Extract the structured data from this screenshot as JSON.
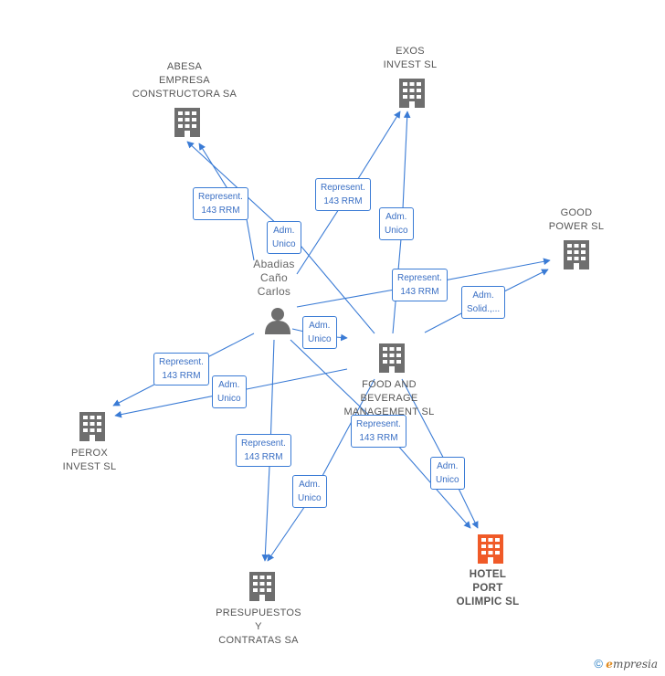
{
  "nodes": {
    "abesa": {
      "lines": [
        "ABESA",
        "EMPRESA",
        "CONSTRUCTORA SA"
      ]
    },
    "exos": {
      "lines": [
        "EXOS",
        "INVEST SL"
      ]
    },
    "good_power": {
      "lines": [
        "GOOD",
        "POWER SL"
      ]
    },
    "person": {
      "lines": [
        "Abadias",
        "Caño",
        "Carlos"
      ]
    },
    "food": {
      "lines": [
        "FOOD AND",
        "BEVERAGE",
        "MANAGEMENT SL"
      ]
    },
    "perox": {
      "lines": [
        "PEROX",
        "INVEST SL"
      ]
    },
    "presupuestos": {
      "lines": [
        "PRESUPUESTOS",
        "Y",
        "CONTRATAS SA"
      ]
    },
    "hotel": {
      "lines": [
        "HOTEL",
        "PORT",
        "OLIMPIC SL"
      ]
    }
  },
  "edge_labels": {
    "e1": [
      "Represent.",
      "143 RRM"
    ],
    "e2": [
      "Adm.",
      "Unico"
    ],
    "e3": [
      "Represent.",
      "143 RRM"
    ],
    "e4": [
      "Adm.",
      "Unico"
    ],
    "e5": [
      "Represent.",
      "143 RRM"
    ],
    "e6": [
      "Adm.",
      "Solid.,..."
    ],
    "e7": [
      "Adm.",
      "Unico"
    ],
    "e8": [
      "Represent.",
      "143 RRM"
    ],
    "e9": [
      "Adm.",
      "Unico"
    ],
    "e10": [
      "Represent.",
      "143 RRM"
    ],
    "e11": [
      "Adm.",
      "Unico"
    ],
    "e12": [
      "Represent.",
      "143 RRM"
    ],
    "e13": [
      "Adm.",
      "Unico"
    ]
  },
  "colors": {
    "edge": "#3a7bd5",
    "building": "#6e6e6e",
    "target_building": "#f05a28",
    "person": "#6e6e6e"
  },
  "footer": {
    "copyright": "©",
    "brand_first": "e",
    "brand_rest": "mpresia"
  }
}
